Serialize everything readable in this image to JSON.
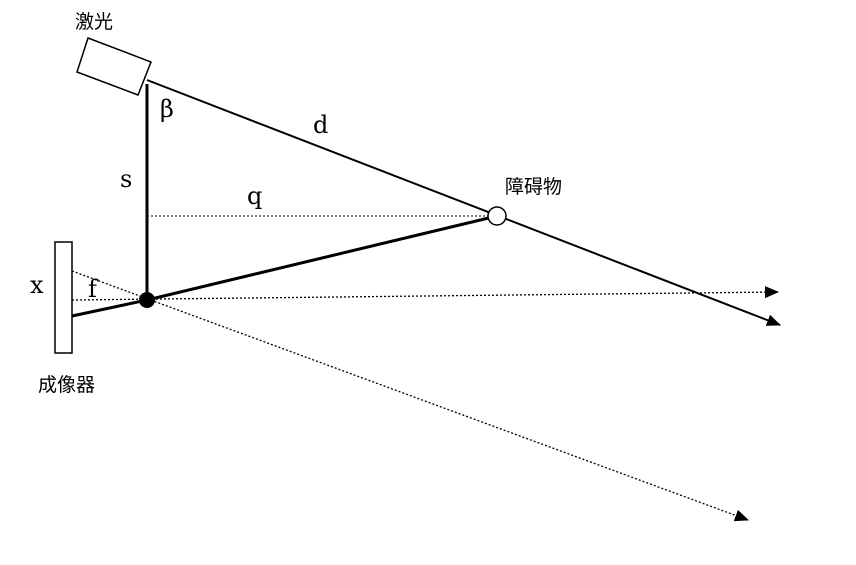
{
  "labels": {
    "laser": "激光",
    "obstacle": "障碍物",
    "imager": "成像器",
    "beta": "β",
    "d": "d",
    "s": "s",
    "q": "q",
    "x": "x",
    "f": "f"
  },
  "colors": {
    "line": "#000000",
    "background": "#ffffff"
  }
}
